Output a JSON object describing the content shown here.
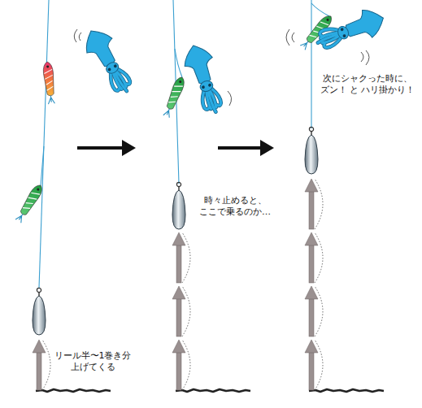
{
  "diagram": {
    "labels": [
      "リール半〜1巻き分 上げてくる",
      "時々止めると、 ここで乗るのか…",
      "次にシャクった時に、 ズン！ と ハリ掛かり！"
    ]
  }
}
